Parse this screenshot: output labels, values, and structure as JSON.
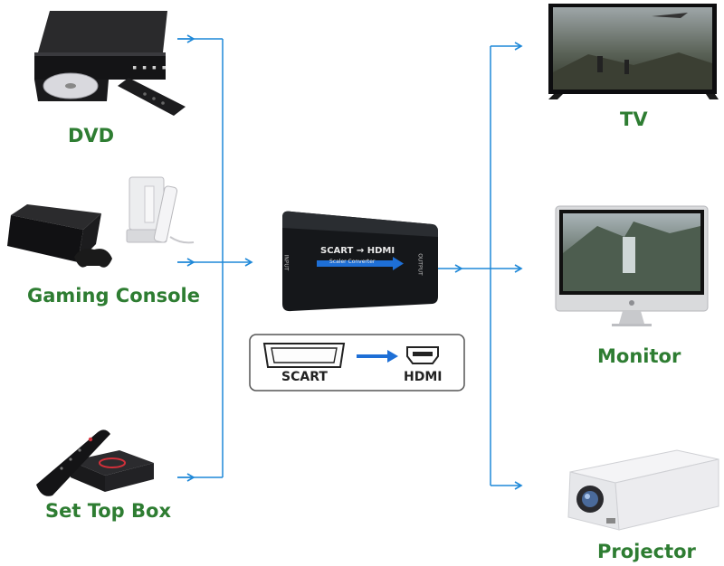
{
  "diagram": {
    "sources": [
      {
        "id": "dvd",
        "label": "DVD",
        "icon": "dvd-player-icon"
      },
      {
        "id": "gaming",
        "label": "Gaming Console",
        "icon": "game-console-icon"
      },
      {
        "id": "settop",
        "label": "Set Top Box",
        "icon": "set-top-box-icon"
      }
    ],
    "outputs": [
      {
        "id": "tv",
        "label": "TV",
        "icon": "tv-icon"
      },
      {
        "id": "monitor",
        "label": "Monitor",
        "icon": "monitor-icon"
      },
      {
        "id": "projector",
        "label": "Projector",
        "icon": "projector-icon"
      }
    ],
    "converter": {
      "name": "SCART → HDMI",
      "subtitle": "Scaler Converter",
      "input_label": "INPUT",
      "output_label": "OUTPUT",
      "icon": "scart-to-hdmi-converter-icon"
    },
    "legend": {
      "from": "SCART",
      "to": "HDMI",
      "from_icon": "scart-connector-icon",
      "to_icon": "hdmi-connector-icon",
      "arrow_icon": "arrow-right-icon"
    },
    "colors": {
      "label_green": "#2e7d32",
      "connector_blue": "#1e88d8",
      "converter_body": "#15171a",
      "legend_arrow": "#1e6fd6"
    }
  }
}
